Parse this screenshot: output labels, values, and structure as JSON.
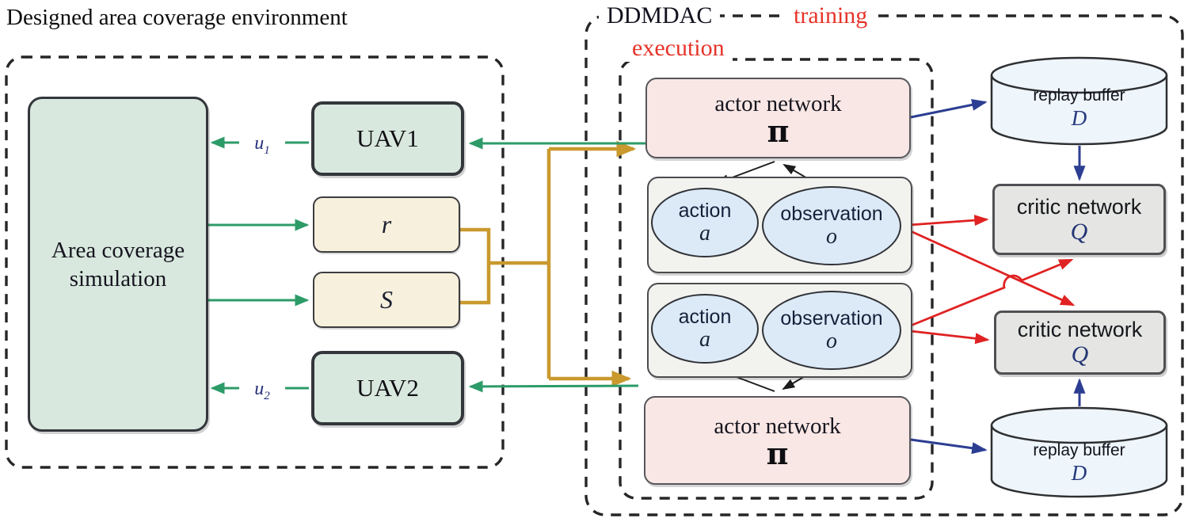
{
  "title": "Designed area coverage environment",
  "framework": {
    "name": "DDMDAC",
    "training_label": "training",
    "execution_label": "execution"
  },
  "environment": {
    "simulator": {
      "line1": "Area coverage",
      "line2": "simulation"
    },
    "uav1_label": "UAV1",
    "uav2_label": "UAV2",
    "reward_label": "r",
    "state_label": "S",
    "u1": {
      "base": "u",
      "sub": "1"
    },
    "u2": {
      "base": "u",
      "sub": "2"
    }
  },
  "agents": {
    "actor1": {
      "title": "actor network",
      "symbol": "π"
    },
    "actor2": {
      "title": "actor network",
      "symbol": "π"
    },
    "io1": {
      "action_label": "action",
      "action_symbol": "a",
      "observation_label": "observation",
      "observation_symbol": "o"
    },
    "io2": {
      "action_label": "action",
      "action_symbol": "a",
      "observation_label": "observation",
      "observation_symbol": "o"
    }
  },
  "training": {
    "buffer1": {
      "title": "replay buffer",
      "symbol": "D"
    },
    "buffer2": {
      "title": "replay buffer",
      "symbol": "D"
    },
    "critic1": {
      "title": "critic network",
      "symbol": "Q"
    },
    "critic2": {
      "title": "critic network",
      "symbol": "Q"
    }
  },
  "colors": {
    "green_arrow": "#2d9b68",
    "gold_arrow": "#c9992e",
    "blue_arrow": "#2c3e92",
    "red_arrow": "#e02222",
    "label_red": "#e63329",
    "node_green": "#d9e8df",
    "node_cream": "#f7f0dd",
    "node_pink": "#f9e7e5",
    "node_gray": "#f2f2ef",
    "ellipse_blue": "#dceaf8",
    "critic_gray": "#e5e5e3",
    "cylinder_blue": "#eef5fb",
    "symbol_navy": "#26397e"
  }
}
